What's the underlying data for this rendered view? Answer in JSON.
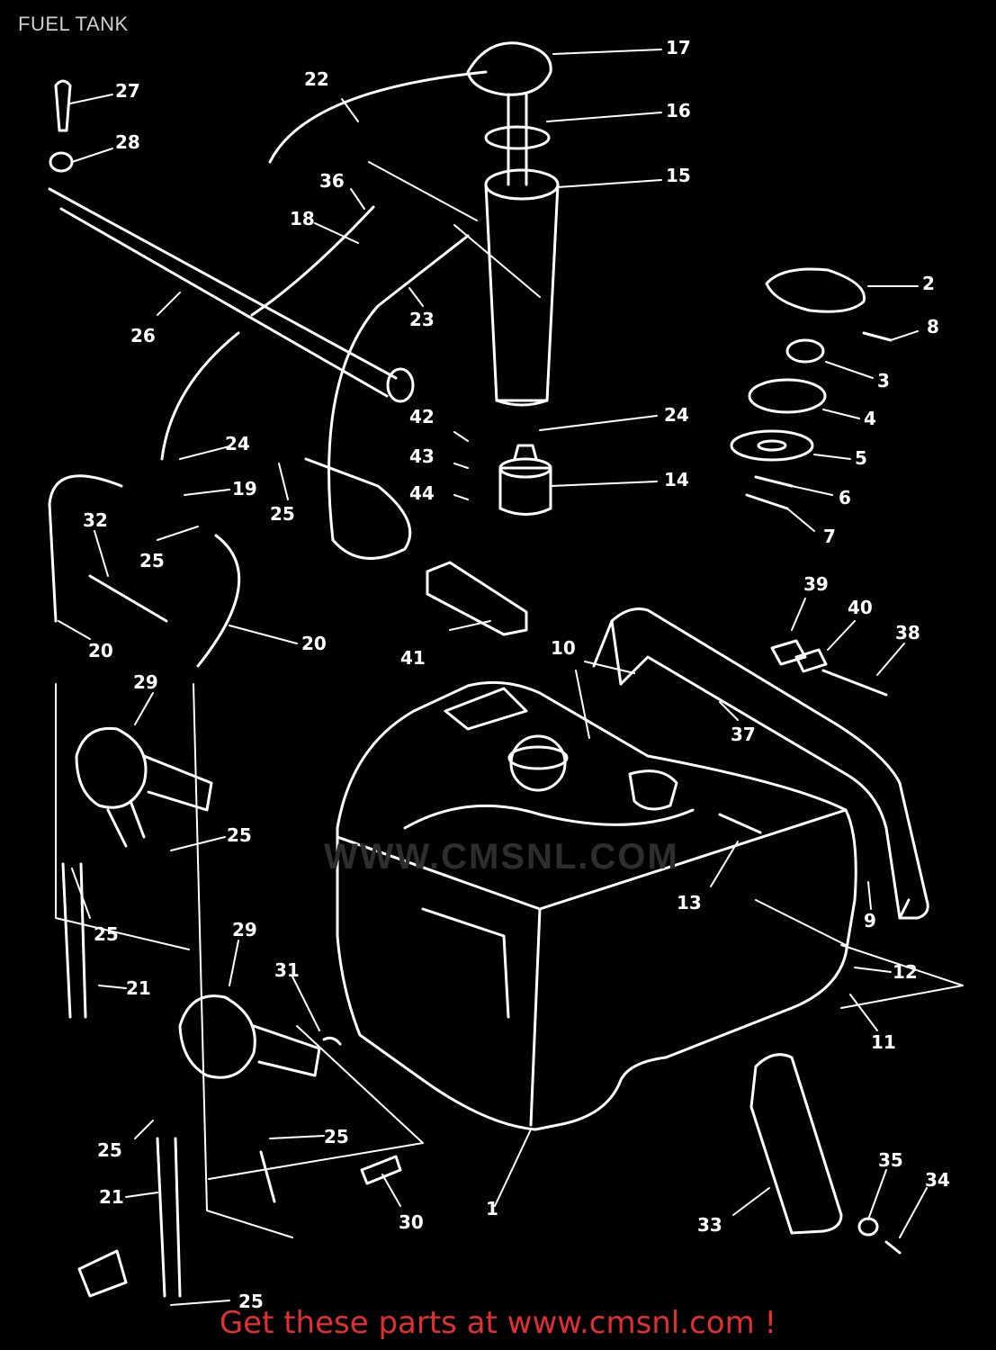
{
  "header": {
    "title": "FUEL TANK"
  },
  "watermark": "WWW.CMSNL.COM",
  "footer": {
    "promo": "Get these parts at www.cmsnl.com !"
  },
  "colors": {
    "background": "#000000",
    "lines": "#ffffff",
    "promo": "#e03030"
  },
  "callouts": [
    {
      "label": "17"
    },
    {
      "label": "16"
    },
    {
      "label": "15"
    },
    {
      "label": "22"
    },
    {
      "label": "27"
    },
    {
      "label": "28"
    },
    {
      "label": "36"
    },
    {
      "label": "18"
    },
    {
      "label": "23"
    },
    {
      "label": "26"
    },
    {
      "label": "2"
    },
    {
      "label": "8"
    },
    {
      "label": "3"
    },
    {
      "label": "4"
    },
    {
      "label": "5"
    },
    {
      "label": "6"
    },
    {
      "label": "7"
    },
    {
      "label": "42"
    },
    {
      "label": "24"
    },
    {
      "label": "43"
    },
    {
      "label": "14"
    },
    {
      "label": "44"
    },
    {
      "label": "24"
    },
    {
      "label": "19"
    },
    {
      "label": "25"
    },
    {
      "label": "25"
    },
    {
      "label": "32"
    },
    {
      "label": "39"
    },
    {
      "label": "40"
    },
    {
      "label": "38"
    },
    {
      "label": "20"
    },
    {
      "label": "20"
    },
    {
      "label": "41"
    },
    {
      "label": "10"
    },
    {
      "label": "37"
    },
    {
      "label": "29"
    },
    {
      "label": "25"
    },
    {
      "label": "13"
    },
    {
      "label": "9"
    },
    {
      "label": "25"
    },
    {
      "label": "29"
    },
    {
      "label": "31"
    },
    {
      "label": "21"
    },
    {
      "label": "12"
    },
    {
      "label": "11"
    },
    {
      "label": "25"
    },
    {
      "label": "25"
    },
    {
      "label": "30"
    },
    {
      "label": "1"
    },
    {
      "label": "35"
    },
    {
      "label": "34"
    },
    {
      "label": "21"
    },
    {
      "label": "33"
    },
    {
      "label": "25"
    }
  ]
}
